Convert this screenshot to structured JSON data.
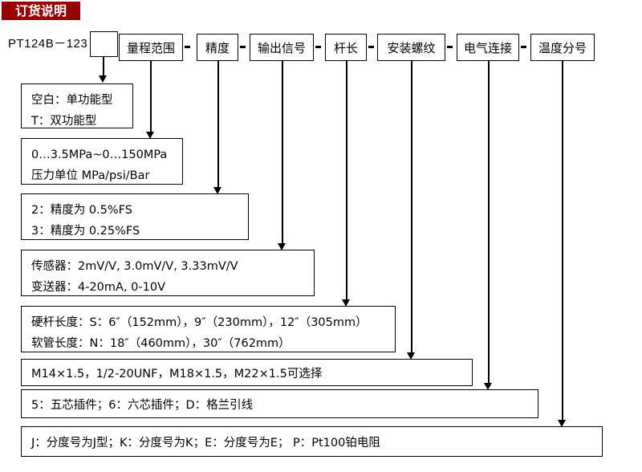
{
  "header": {
    "banner_title": "订货说明"
  },
  "model": {
    "code_label": "PT124B－123"
  },
  "top_row": [
    {
      "name": "function-type",
      "label": ""
    },
    {
      "name": "range",
      "label": "量程范围"
    },
    {
      "name": "accuracy",
      "label": "精度"
    },
    {
      "name": "output-signal",
      "label": "输出信号"
    },
    {
      "name": "rod-length",
      "label": "杆长"
    },
    {
      "name": "mounting-thread",
      "label": "安装螺纹"
    },
    {
      "name": "electrical-connection",
      "label": "电气连接"
    },
    {
      "name": "temperature-grade",
      "label": "温度分号"
    }
  ],
  "descriptions": [
    {
      "name": "function-type-desc",
      "lines": [
        "空白：单功能型",
        "T：双功能型"
      ]
    },
    {
      "name": "range-desc",
      "lines": [
        "0…3.5MPa~0…150MPa",
        "压力单位 MPa/psi/Bar"
      ]
    },
    {
      "name": "accuracy-desc",
      "lines": [
        "2：精度为 0.5%FS",
        "3：精度为 0.25%FS"
      ]
    },
    {
      "name": "output-signal-desc",
      "lines": [
        "传感器：2mV/V, 3.0mV/V, 3.33mV/V",
        "变送器：4-20mA, 0-10V"
      ]
    },
    {
      "name": "rod-length-desc",
      "lines": [
        "硬杆长度：S：6″（152mm），9″（230mm），12″（305mm）",
        "软管长度：N：18″（460mm），30″（762mm）"
      ]
    },
    {
      "name": "mounting-thread-desc",
      "lines": [
        "M14×1.5，1/2-20UNF，M18×1.5，M22×1.5可选择"
      ]
    },
    {
      "name": "electrical-connection-desc",
      "lines": [
        "5：五芯插件；6：六芯插件；D：格兰引线"
      ]
    },
    {
      "name": "temperature-grade-desc",
      "lines": [
        "J：分度号为J型；K：分度号为K；E：分度号为E；   P：Pt100铂电阻"
      ]
    }
  ],
  "colors": {
    "banner_background": "#990000",
    "banner_text": "#ffffff",
    "line": "#000000",
    "page_background": "#ffffff"
  }
}
